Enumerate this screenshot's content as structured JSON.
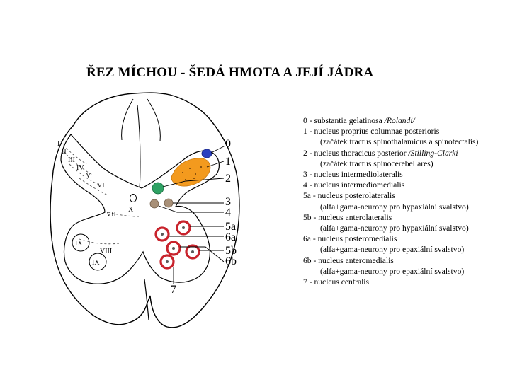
{
  "title": "ŘEZ MÍCHOU - ŠEDÁ HMOTA A JEJÍ JÁDRA",
  "colors": {
    "blue": "#2a3fbf",
    "orange": "#f39a1e",
    "green": "#2fa264",
    "tan": "#a89078",
    "red": "#c8232c"
  },
  "diagram": {
    "laminae": [
      "I",
      "II",
      "III",
      "IV",
      "V",
      "VI",
      "VII",
      "VIII",
      "IX",
      "IX",
      "X"
    ],
    "nucleus_labels": [
      "0",
      "1",
      "2",
      "3",
      "4",
      "5a",
      "6a",
      "5b",
      "6b",
      "7"
    ]
  },
  "legend": [
    {
      "text": "0 - substantia gelatinosa ",
      "italic": "/Rolandi/",
      "indent": false
    },
    {
      "text": "1 - nucleus proprius columnae posterioris",
      "indent": false
    },
    {
      "text": "(začátek tractus spinothalamicus a spinotectalis)",
      "indent": true
    },
    {
      "text": "2 - nucleus thoracicus posterior ",
      "italic": "/Stilling-Clarki",
      "indent": false
    },
    {
      "text": "(začátek tractus spinocerebellares)",
      "indent": true
    },
    {
      "text": "3 - nucleus intermediolateralis",
      "indent": false
    },
    {
      "text": "4 - nucleus intermediomedialis",
      "indent": false
    },
    {
      "text": "5a - nucleus posterolateralis",
      "indent": false
    },
    {
      "text": "(alfa+gama-neurony pro hypaxiální svalstvo)",
      "indent": true
    },
    {
      "text": "5b - nucleus anterolateralis",
      "indent": false
    },
    {
      "text": "(alfa+gama-neurony pro hypaxiální svalstvo)",
      "indent": true
    },
    {
      "text": "6a - nucleus posteromedialis",
      "indent": false
    },
    {
      "text": "(alfa+gama-neurony pro epaxiální svalstvo)",
      "indent": true
    },
    {
      "text": "6b - nucleus anteromedialis",
      "indent": false
    },
    {
      "text": "(alfa+gama-neurony pro epaxiální svalstvo)",
      "indent": true
    },
    {
      "text": "7 - nucleus centralis",
      "indent": false
    }
  ]
}
